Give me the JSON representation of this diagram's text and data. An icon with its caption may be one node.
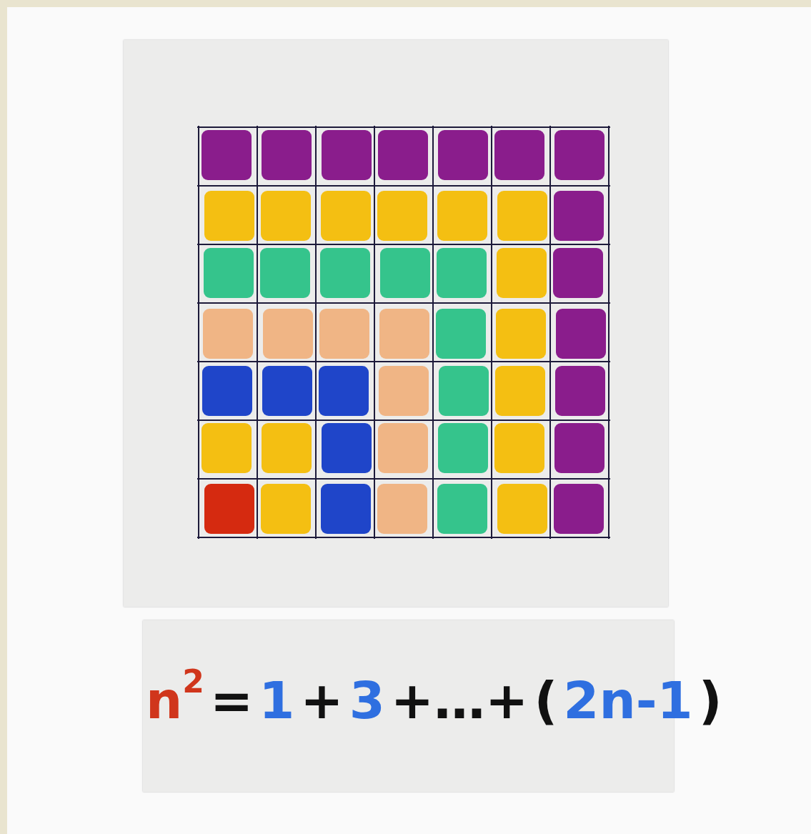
{
  "diagram": {
    "labels": [
      "n$^{2}$",
      "=",
      "1",
      "+",
      "3",
      "+…+",
      "(",
      "2n-1",
      ")"
    ]
  }
}
